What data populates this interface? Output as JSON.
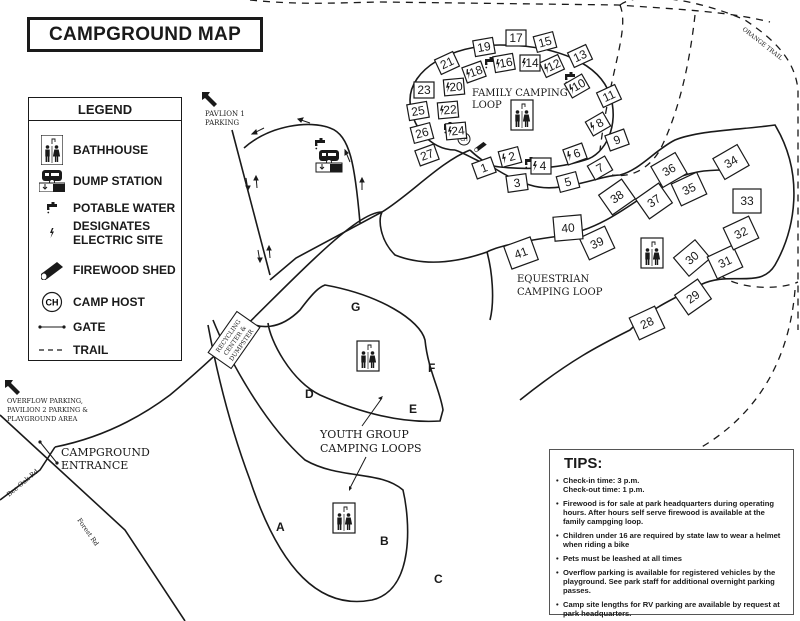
{
  "title": "CAMPGROUND MAP",
  "legend": {
    "heading": "LEGEND",
    "items": [
      {
        "icon": "bathhouse-icon",
        "label": "BATHHOUSE"
      },
      {
        "icon": "dump-station-icon",
        "label": "DUMP STATION"
      },
      {
        "icon": "potable-water-icon",
        "label": "POTABLE WATER"
      },
      {
        "icon": "electric-site-icon",
        "label": "DESIGNATES ELECTRIC SITE",
        "line1": "DESIGNATES",
        "line2": "ELECTRIC SITE"
      },
      {
        "icon": "firewood-shed-icon",
        "label": "FIREWOOD SHED"
      },
      {
        "icon": "camp-host-icon",
        "label": "CAMP HOST",
        "symbol": "CH"
      },
      {
        "icon": "gate-icon",
        "label": "GATE"
      },
      {
        "icon": "trail-icon",
        "label": "TRAIL"
      }
    ]
  },
  "labels": {
    "pavilion1": [
      "PAVLION 1",
      "PARKING"
    ],
    "overflow": [
      "OVERFLOW PARKING,",
      "PAVILION 2 PARKING &",
      "PLAYGROUND AREA"
    ],
    "entrance": [
      "CAMPGROUND",
      "ENTRANCE"
    ],
    "bee_oak": "Bee Oak Rd",
    "forest": "Forest Rd",
    "recycling": [
      "RECYCLING",
      "CENTER &",
      "DUMPSTER"
    ],
    "family_loop": [
      "FAMILY CAMPING",
      "LOOP"
    ],
    "equestrian_loop": [
      "EQUESTRIAN",
      "CAMPING LOOP"
    ],
    "youth_loops": [
      "YOUTH GROUP",
      "CAMPING LOOPS"
    ],
    "orange_trail": "ORANGE TRAIL",
    "camp_host_symbol": "CH"
  },
  "youth_sites": [
    "A",
    "B",
    "C",
    "D",
    "E",
    "F",
    "G"
  ],
  "family_sites": [
    "1",
    "2",
    "3",
    "4",
    "5",
    "6",
    "7",
    "8",
    "9",
    "10",
    "11",
    "12",
    "13",
    "14",
    "15",
    "16",
    "17",
    "18",
    "19",
    "20",
    "21",
    "22",
    "23",
    "24",
    "25",
    "26",
    "27"
  ],
  "electric_sites": [
    "2",
    "4",
    "6",
    "8",
    "10",
    "12",
    "14",
    "16",
    "18",
    "20",
    "22",
    "24"
  ],
  "equestrian_sites": [
    "28",
    "29",
    "30",
    "31",
    "32",
    "33",
    "34",
    "35",
    "36",
    "37",
    "38",
    "39",
    "40",
    "41"
  ],
  "tips": {
    "title": "TIPS:",
    "items": [
      "Check-in time: 3 p.m.\nCheck-out time: 1 p.m.",
      "Firewood is for sale at park headquarters during operating hours. After hours self serve firewood is available at the family campging loop.",
      "Children under 16 are required by state law to wear a helmet when riding a bike",
      "Pets must be leashed at all times",
      "Overflow parking is available for registered vehicles by the playground. See park staff for additional overnight parking passes.",
      "Camp site lengths for RV parking are available by request at park headquarters."
    ]
  }
}
